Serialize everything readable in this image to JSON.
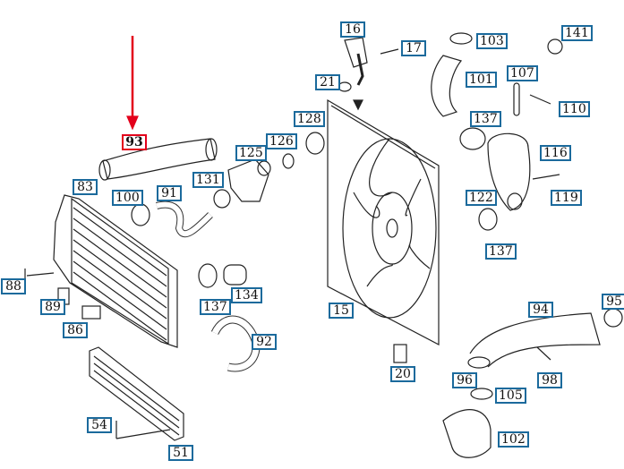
{
  "diagram": {
    "selected_part": "93",
    "colors": {
      "label_border": "#1b6a9c",
      "selected_border": "#e3001b",
      "arrow": "#e3001b",
      "line": "#222222"
    },
    "labels": [
      "93",
      "83",
      "100",
      "91",
      "131",
      "125",
      "126",
      "128",
      "16",
      "17",
      "21",
      "103",
      "141",
      "101",
      "107",
      "110",
      "137",
      "116",
      "122",
      "119",
      "137",
      "88",
      "89",
      "86",
      "137",
      "134",
      "92",
      "15",
      "94",
      "95",
      "20",
      "96",
      "98",
      "105",
      "54",
      "51",
      "102"
    ]
  }
}
